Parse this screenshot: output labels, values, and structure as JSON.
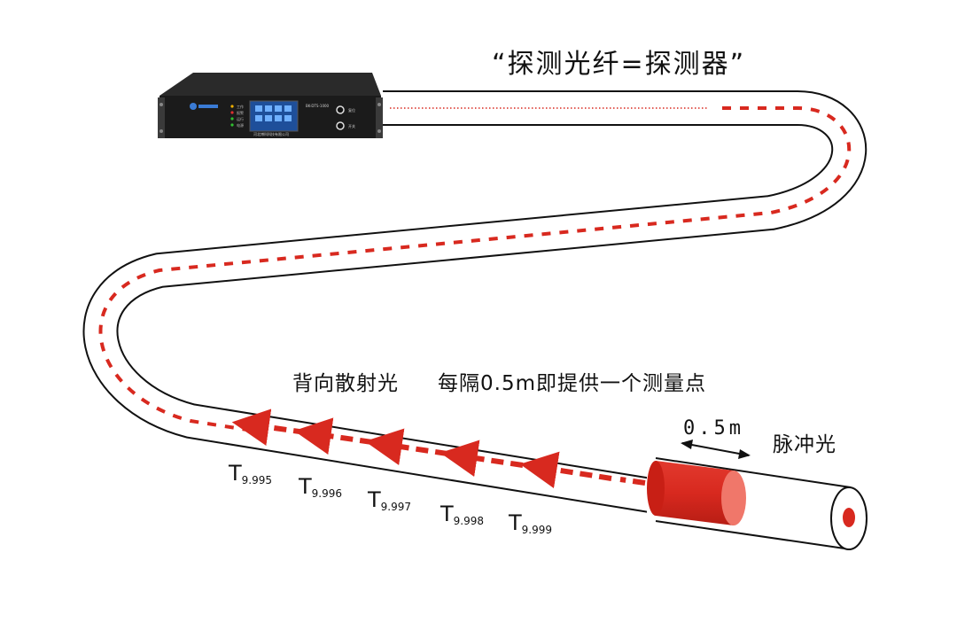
{
  "title": "“探测光纤=探测器”",
  "device": {
    "model_label": "BK-DTS-1000",
    "company_label": "河北博科科技有限公司",
    "indicator_labels": [
      "工作",
      "报警",
      "运行",
      "电源"
    ],
    "right_labels": [
      "复位",
      "开关"
    ]
  },
  "captions": {
    "backscatter": "背向散射光",
    "interval": "每隔0.5m即提供一个测量点",
    "segment_length": "0.5m",
    "pulse": "脉冲光"
  },
  "measurement_points": [
    {
      "main": "T",
      "sub": "9.995"
    },
    {
      "main": "T",
      "sub": "9.996"
    },
    {
      "main": "T",
      "sub": "9.997"
    },
    {
      "main": "T",
      "sub": "9.998"
    },
    {
      "main": "T",
      "sub": "9.999"
    }
  ],
  "colors": {
    "pulse_red": "#d8291f",
    "pulse_light": "#f0776a",
    "fiber_outline": "#111111",
    "device_body": "#1b1b1b"
  }
}
